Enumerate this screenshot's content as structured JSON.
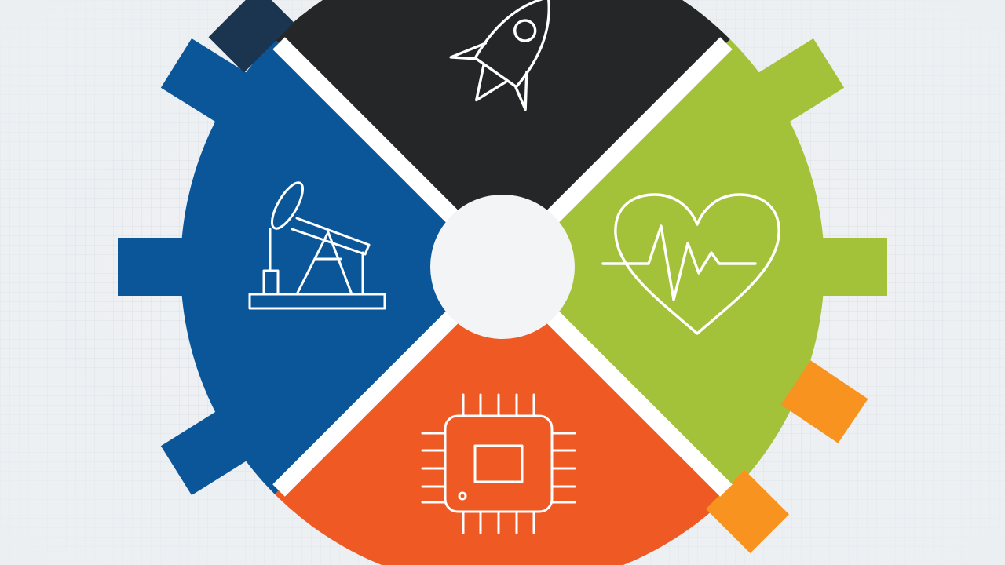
{
  "diagram": {
    "background_color": "#eef1f3",
    "hub_color": "#f2f4f6",
    "separator_color": "#ffffff",
    "icon_stroke_color": "#ffffff",
    "segments": [
      {
        "id": "top",
        "color": "#252628",
        "icon": "rocket-icon"
      },
      {
        "id": "left",
        "color": "#0b5699",
        "icon": "oil-pump-jack-icon"
      },
      {
        "id": "right",
        "color": "#a4c13a",
        "icon": "heartbeat-icon"
      },
      {
        "id": "bottom",
        "color": "#ef5a24",
        "icon": "microchip-icon"
      }
    ],
    "accent_teeth": [
      {
        "id": "top-left-tooth",
        "color": "#1b3550"
      },
      {
        "id": "right-lower-tooth-1",
        "color": "#f7931e"
      },
      {
        "id": "right-lower-tooth-2",
        "color": "#f7931e"
      }
    ]
  }
}
